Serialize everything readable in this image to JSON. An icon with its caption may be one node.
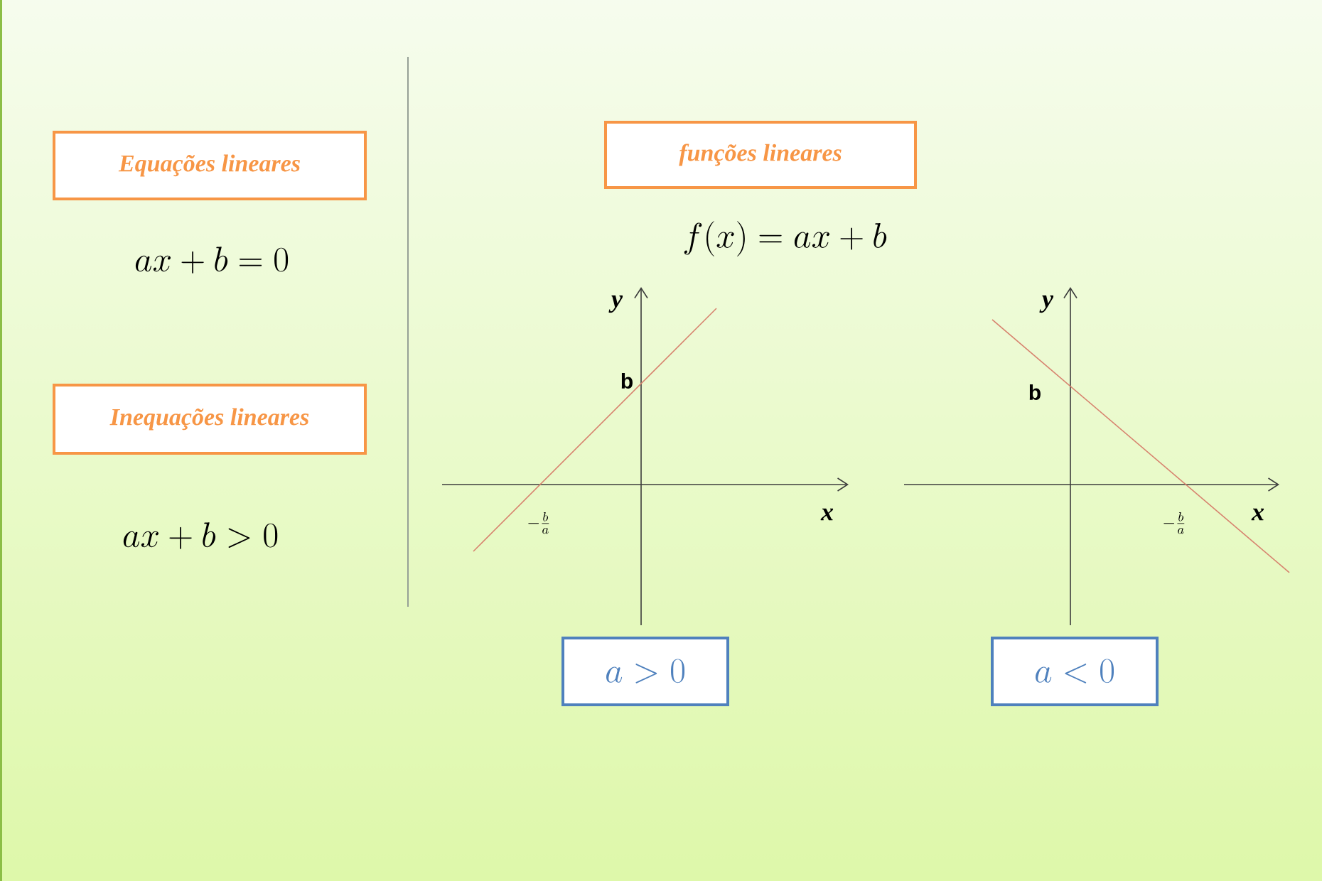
{
  "diagram": {
    "nodes": [
      {
        "text": [
          "Equações lineares"
        ]
      },
      {
        "text": [
          "Inequações lineares"
        ]
      },
      {
        "text": [
          "funções lineares"
        ]
      },
      {
        "text": [
          "a > 0"
        ]
      },
      {
        "text": [
          "a < 0"
        ]
      }
    ],
    "labels": [
      "ax + b = 0",
      "ax + b > 0",
      "f(x) = ax + b",
      "y",
      "b",
      "x",
      "-\\frac{b}{a}",
      "y",
      "b",
      "x",
      "-\\frac{b}{a}"
    ]
  }
}
